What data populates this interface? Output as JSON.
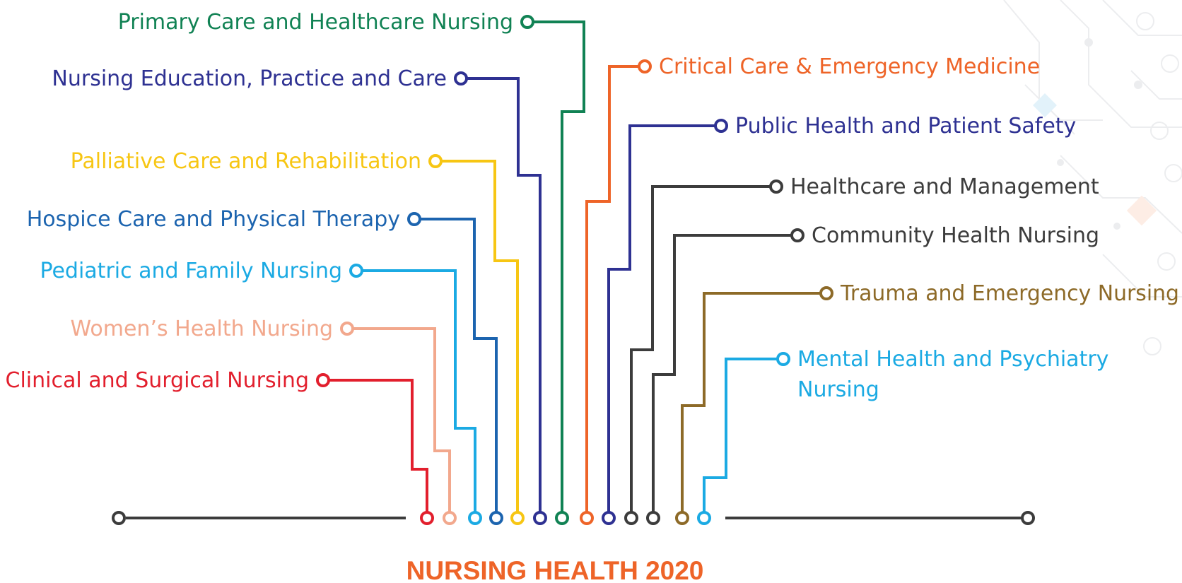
{
  "title": "NURSING HEALTH 2020",
  "title_color": "#EE6428",
  "axis_color": "#3C3C3C",
  "tracks": [
    {
      "label": "Primary Care and Healthcare Nursing",
      "color": "#118254",
      "icon": "node-circle"
    },
    {
      "label": "Nursing Education, Practice and Care",
      "color": "#2E3192",
      "icon": "node-circle"
    },
    {
      "label": "Palliative Care and Rehabilitation",
      "color": "#F7C613",
      "icon": "node-circle"
    },
    {
      "label": "Hospice Care and Physical Therapy",
      "color": "#1C64AF",
      "icon": "node-circle"
    },
    {
      "label": "Pediatric and Family Nursing",
      "color": "#1BAAE3",
      "icon": "node-circle"
    },
    {
      "label": "Women’s Health Nursing",
      "color": "#F2A88D",
      "icon": "node-circle"
    },
    {
      "label": "Clinical and Surgical Nursing",
      "color": "#E21F2D",
      "icon": "node-circle"
    },
    {
      "label": "Critical Care & Emergency Medicine",
      "color": "#EE6428",
      "icon": "node-circle"
    },
    {
      "label": "Public Health and Patient Safety",
      "color": "#2E3192",
      "icon": "node-circle"
    },
    {
      "label": "Healthcare and Management",
      "color": "#3C3C3C",
      "icon": "node-circle"
    },
    {
      "label": "Community Health Nursing",
      "color": "#3C3C3C",
      "icon": "node-circle"
    },
    {
      "label": "Trauma and Emergency Nursing",
      "color": "#8D6A28",
      "icon": "node-circle"
    },
    {
      "label": "Mental Health and Psychiatry",
      "label2": "Nursing",
      "color": "#1BAAE3",
      "icon": "node-circle"
    }
  ]
}
